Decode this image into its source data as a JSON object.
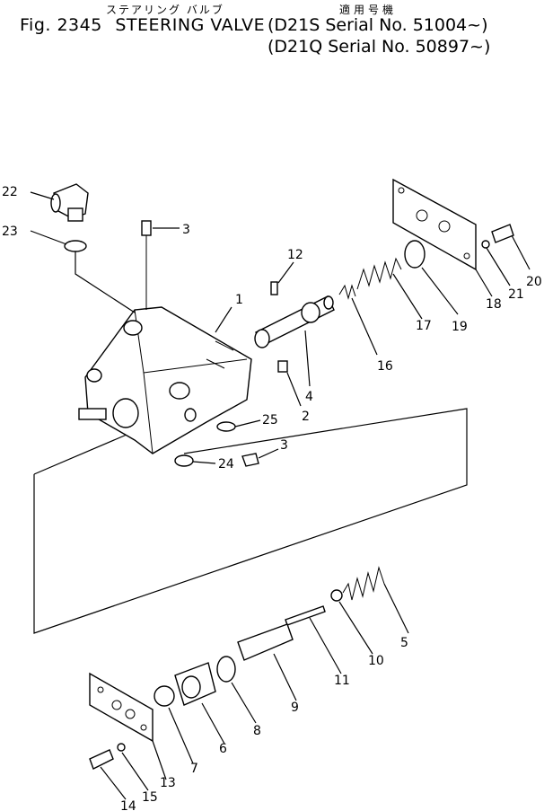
{
  "header": {
    "fig_label": "Fig. 2345",
    "title": "STEERING VALVE",
    "title_jp": "ステアリング バルブ",
    "applicable_jp": "適用号機",
    "serial_line_1": "(D21S Serial No. 51004~)",
    "serial_line_2": "(D21Q Serial No. 50897~)"
  },
  "callouts": [
    "1",
    "2",
    "3",
    "3",
    "4",
    "5",
    "6",
    "7",
    "8",
    "9",
    "10",
    "11",
    "12",
    "13",
    "14",
    "15",
    "16",
    "17",
    "18",
    "19",
    "20",
    "21",
    "22",
    "23",
    "24",
    "25"
  ]
}
